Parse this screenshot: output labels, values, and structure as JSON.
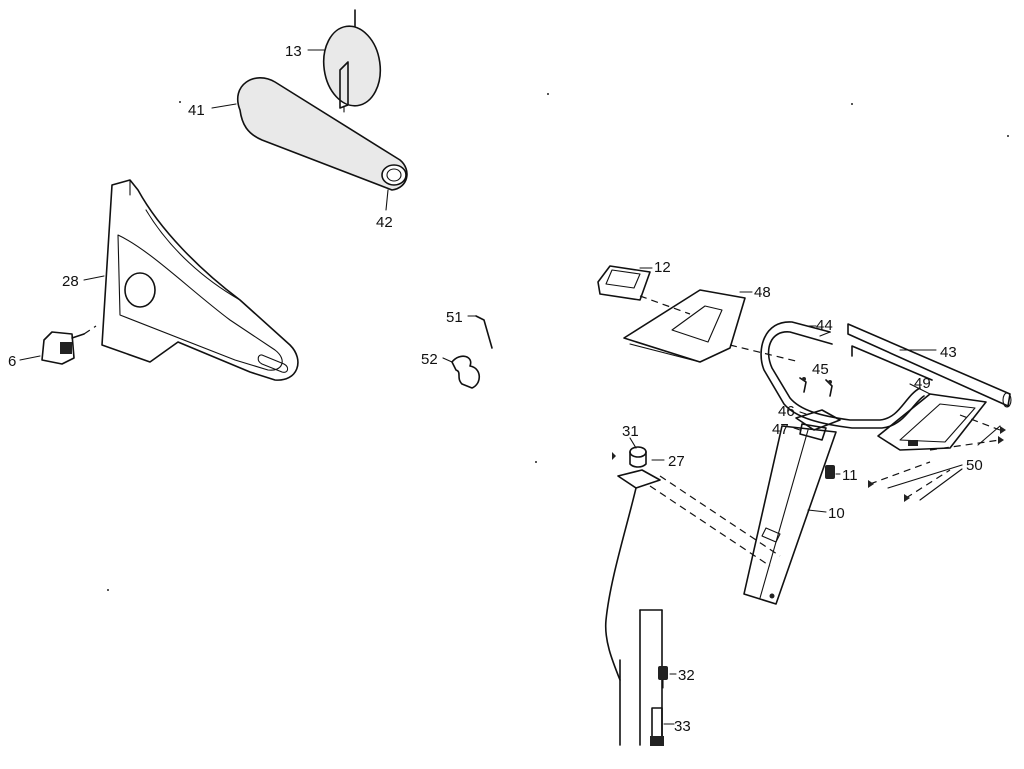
{
  "diagram": {
    "callouts": {
      "p6": "6",
      "p10": "10",
      "p11": "11",
      "p12": "12",
      "p13": "13",
      "p27": "27",
      "p28": "28",
      "p31": "31",
      "p32": "32",
      "p33": "33",
      "p41": "41",
      "p42": "42",
      "p43": "43",
      "p44": "44",
      "p45": "45",
      "p46": "46",
      "p47": "47",
      "p48": "48",
      "p49": "49",
      "p50": "50",
      "p51": "51",
      "p52": "52"
    }
  }
}
